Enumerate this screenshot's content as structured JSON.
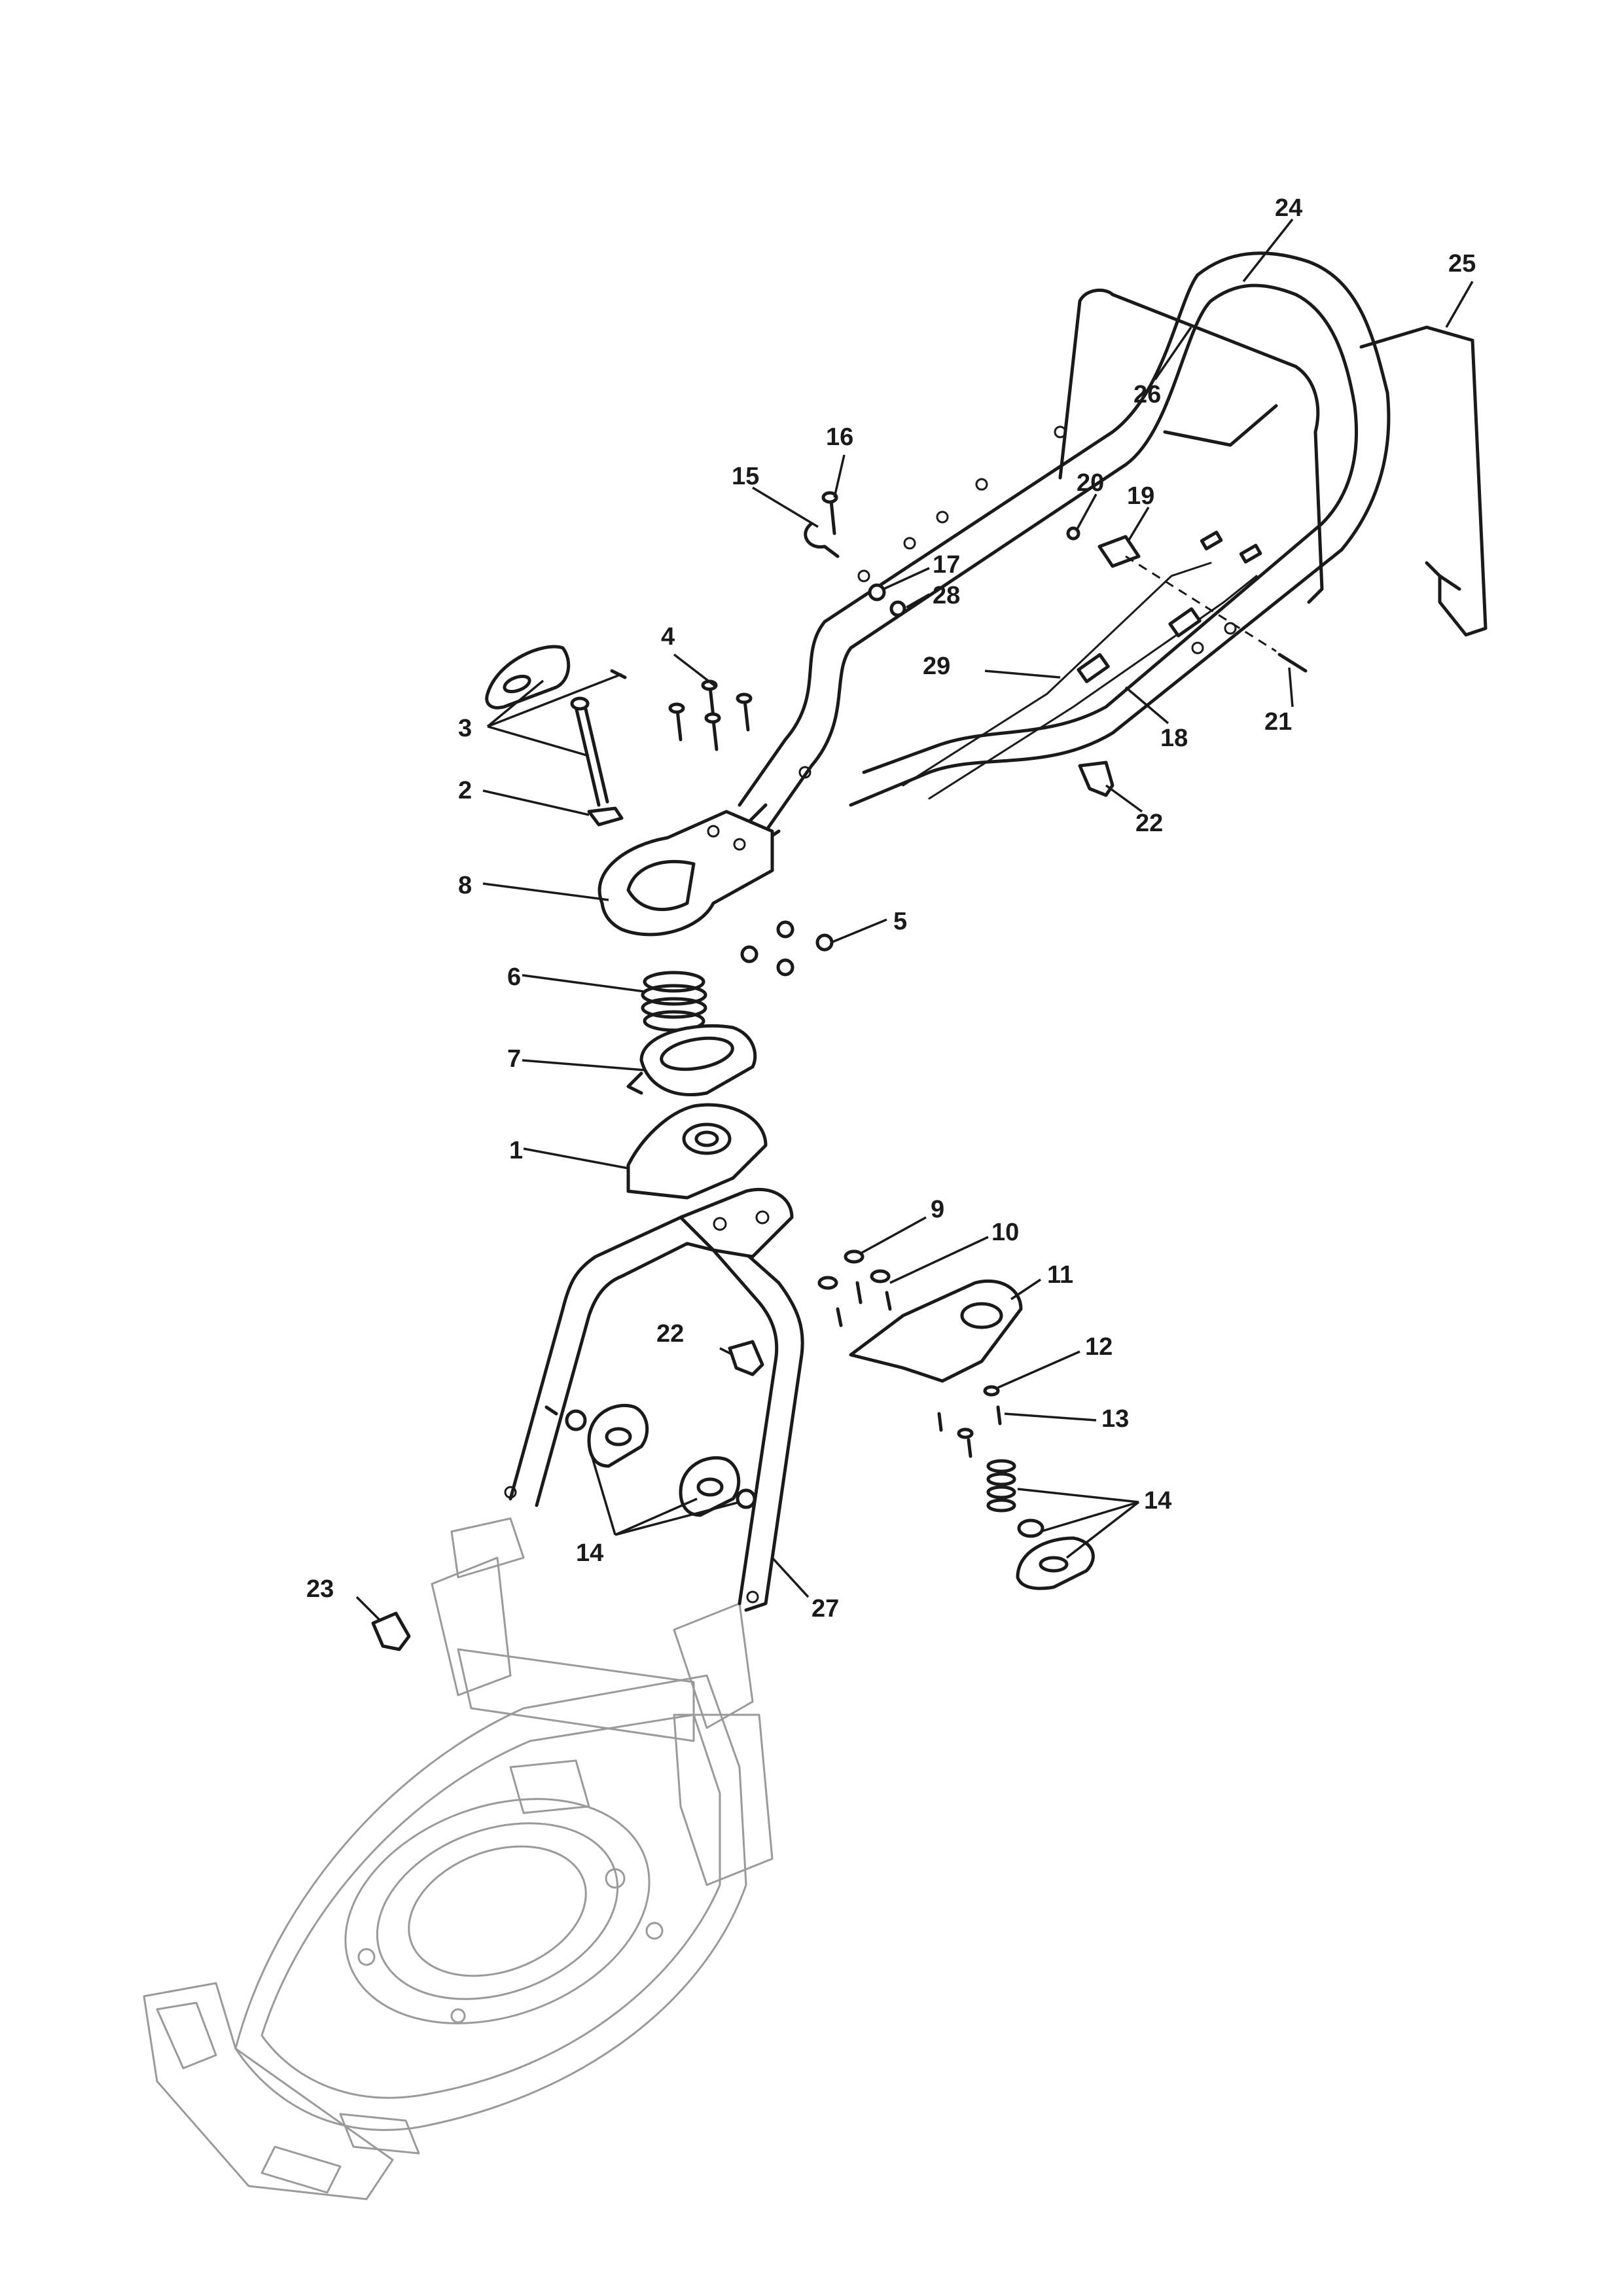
{
  "labels": {
    "l1": "1",
    "l2": "2",
    "l3": "3",
    "l4": "4",
    "l5": "5",
    "l6": "6",
    "l7": "7",
    "l8": "8",
    "l9": "9",
    "l10": "10",
    "l11": "11",
    "l12": "12",
    "l13": "13",
    "l14a": "14",
    "l14b": "14",
    "l15": "15",
    "l16": "16",
    "l17": "17",
    "l18": "18",
    "l19": "19",
    "l20": "20",
    "l21": "21",
    "l22a": "22",
    "l22b": "22",
    "l23": "23",
    "l24": "24",
    "l25": "25",
    "l26": "26",
    "l27": "27",
    "l28": "28",
    "l29": "29"
  },
  "colors": {
    "line": "#1a1a1a",
    "deck": "#9a9a9a",
    "background": "#ffffff"
  }
}
